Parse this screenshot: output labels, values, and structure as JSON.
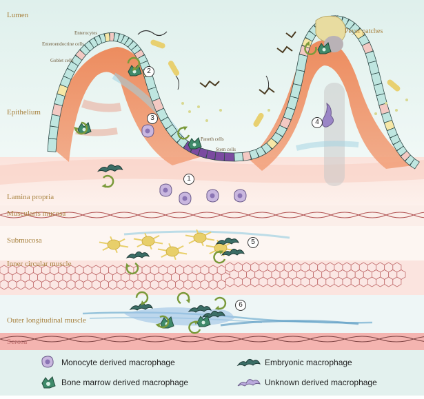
{
  "layers": {
    "lumen": "Lumen",
    "epithelium": "Epithelium",
    "lamina_propria": "Lamina propria",
    "muscularis_mucosa": "Muscularis mucosa",
    "submucosa": "Submucosa",
    "inner_circular_muscle": "Inner circular muscle",
    "outer_longitudinal_muscle": "Outer longitudinal muscle",
    "serosa": "Serosa"
  },
  "cells": {
    "enterocytes": "Enterocytes",
    "enteroendocrine": "Enteroendocrine cells",
    "goblet": "Goblet cells",
    "paneth": "Paneth cells",
    "stem": "Stem cells",
    "peyer": "Peyer patches"
  },
  "markers": [
    "1",
    "2",
    "3",
    "4",
    "5",
    "6"
  ],
  "legend": {
    "monocyte": "Monocyte derived macrophage",
    "bone_marrow": "Bone marrow derived macrophage",
    "embryonic": "Embryonic macrophage",
    "unknown": "Unknown derived macrophage"
  },
  "colors": {
    "lumen_bg": "#e8f4f1",
    "epithelial_cell": "#bfe6e0",
    "goblet_cell": "#f3c9c3",
    "stem_cell": "#7b4aa0",
    "lamina": "#f8d9d2",
    "villus_core": "#ee7a45",
    "muscle_band": "#f6c9c4",
    "serosa": "#f4b4b0",
    "label_gold": "#a8823f",
    "monocyte_fill": "#c9b7df",
    "bone_marrow_fill": "#3f8a6a",
    "embryonic_fill": "#3b6e66",
    "unknown_fill": "#9a86c6",
    "neuron": "#e8cf6a",
    "arrow_green": "#7a9a3a"
  }
}
